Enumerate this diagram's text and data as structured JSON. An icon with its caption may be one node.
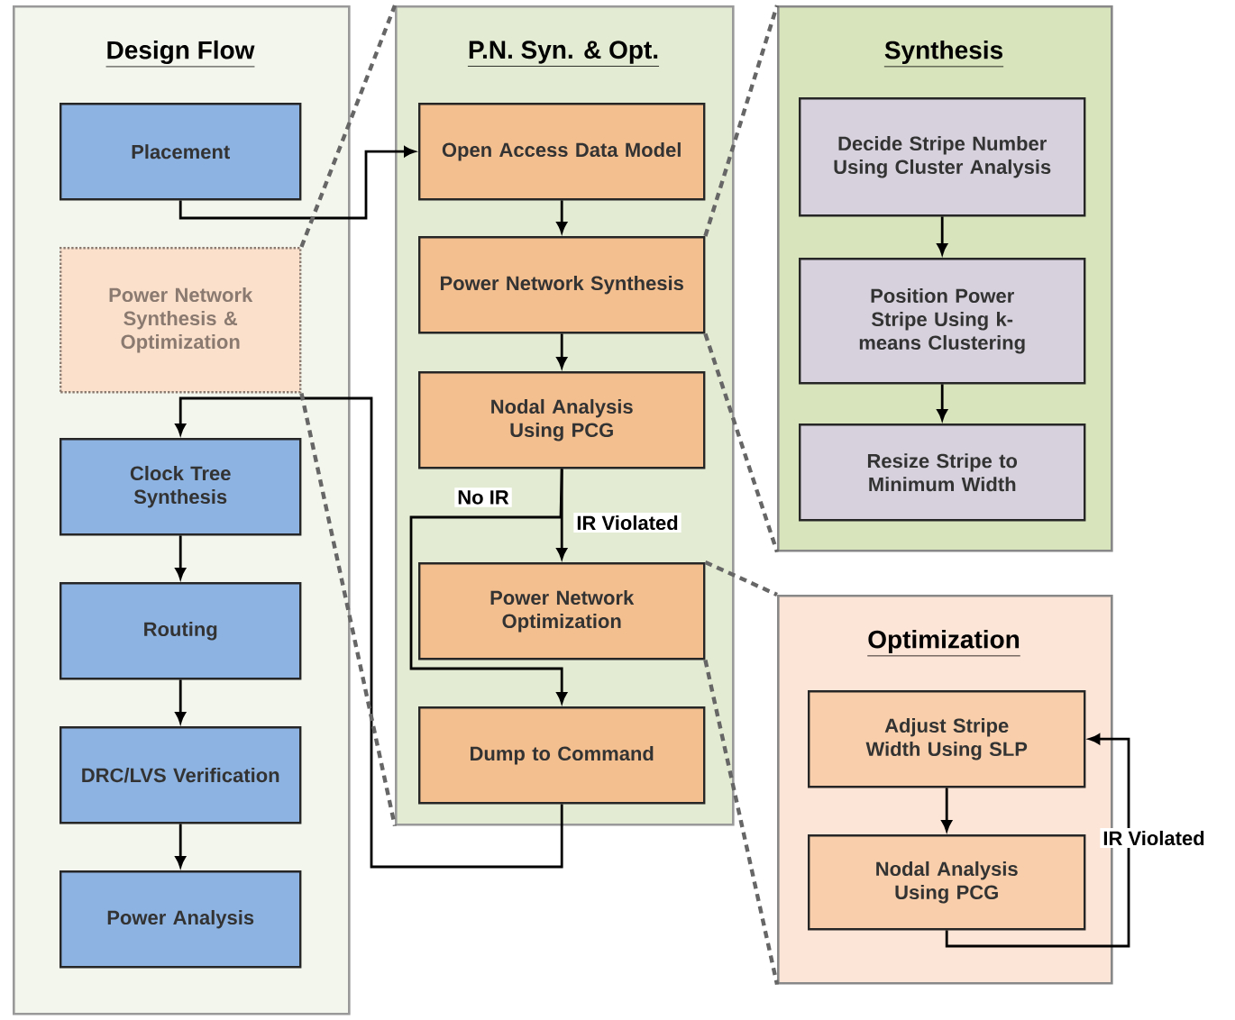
{
  "diagram": {
    "nodes": [
      {
        "text": [
          "Design Flow"
        ]
      },
      {
        "text": [
          "Placement"
        ],
        "in": 0
      },
      {
        "text": [
          "Power Network Synthesis & Optimization"
        ],
        "in": 0
      },
      {
        "text": [
          "Clock Tree Synthesis"
        ],
        "in": 0
      },
      {
        "text": [
          "Routing"
        ],
        "in": 0
      },
      {
        "text": [
          "DRC/LVS Verification"
        ],
        "in": 0
      },
      {
        "text": [
          "Power Analysis"
        ],
        "in": 0
      },
      {
        "text": [
          "P.N. Syn. & Opt."
        ]
      },
      {
        "text": [
          "Open Access Data Model"
        ],
        "in": 7
      },
      {
        "text": [
          "Power Network Synthesis"
        ],
        "in": 7
      },
      {
        "text": [
          "Nodal Analysis Using PCG"
        ],
        "in": 7
      },
      {
        "text": [
          "Power Network Optimization"
        ],
        "in": 7
      },
      {
        "text": [
          "Dump to Command"
        ],
        "in": 7
      },
      {
        "text": [
          "Synthesis"
        ]
      },
      {
        "text": [
          "Decide Stripe Number Using Cluster Analysis"
        ],
        "in": 13
      },
      {
        "text": [
          "Position Power Stripe Using k-means Clustering"
        ],
        "in": 13
      },
      {
        "text": [
          "Resize Stripe to Minimum Width"
        ],
        "in": 13
      },
      {
        "text": [
          "Optimization"
        ]
      },
      {
        "text": [
          "Adjust Stripe Width Using SLP"
        ],
        "in": 17
      },
      {
        "text": [
          "Nodal Analysis Using PCG"
        ],
        "in": 17
      }
    ],
    "edges": [
      {
        "from": 1,
        "to": 8,
        "arrow": "to"
      },
      {
        "from": 12,
        "to": 3,
        "arrow": "to"
      },
      {
        "from": 3,
        "to": 4,
        "arrow": "to"
      },
      {
        "from": 4,
        "to": 5,
        "arrow": "to"
      },
      {
        "from": 5,
        "to": 6,
        "arrow": "to"
      },
      {
        "from": 8,
        "to": 9,
        "arrow": "to"
      },
      {
        "from": 9,
        "to": 10,
        "arrow": "to"
      },
      {
        "from": 10,
        "to": 11,
        "arrow": "to",
        "label": "IR Violated"
      },
      {
        "from": 10,
        "to": 12,
        "arrow": "to",
        "label": "No IR"
      },
      {
        "from": 14,
        "to": 15,
        "arrow": "to"
      },
      {
        "from": 15,
        "to": 16,
        "arrow": "to"
      },
      {
        "from": 18,
        "to": 19,
        "arrow": "to"
      },
      {
        "from": 19,
        "to": 18,
        "arrow": "to",
        "label": "IR Violated"
      },
      {
        "from": 2,
        "to": 7,
        "arrow": "none",
        "style": "dashed",
        "color": "#666666"
      },
      {
        "from": 2,
        "to": 7,
        "arrow": "none",
        "style": "dashed",
        "color": "#666666"
      },
      {
        "from": 9,
        "to": 13,
        "arrow": "none",
        "style": "dashed",
        "color": "#666666"
      },
      {
        "from": 9,
        "to": 13,
        "arrow": "none",
        "style": "dashed",
        "color": "#666666"
      },
      {
        "from": 11,
        "to": 17,
        "arrow": "none",
        "style": "dashed",
        "color": "#666666"
      },
      {
        "from": 11,
        "to": 17,
        "arrow": "none",
        "style": "dashed",
        "color": "#666666"
      }
    ]
  }
}
